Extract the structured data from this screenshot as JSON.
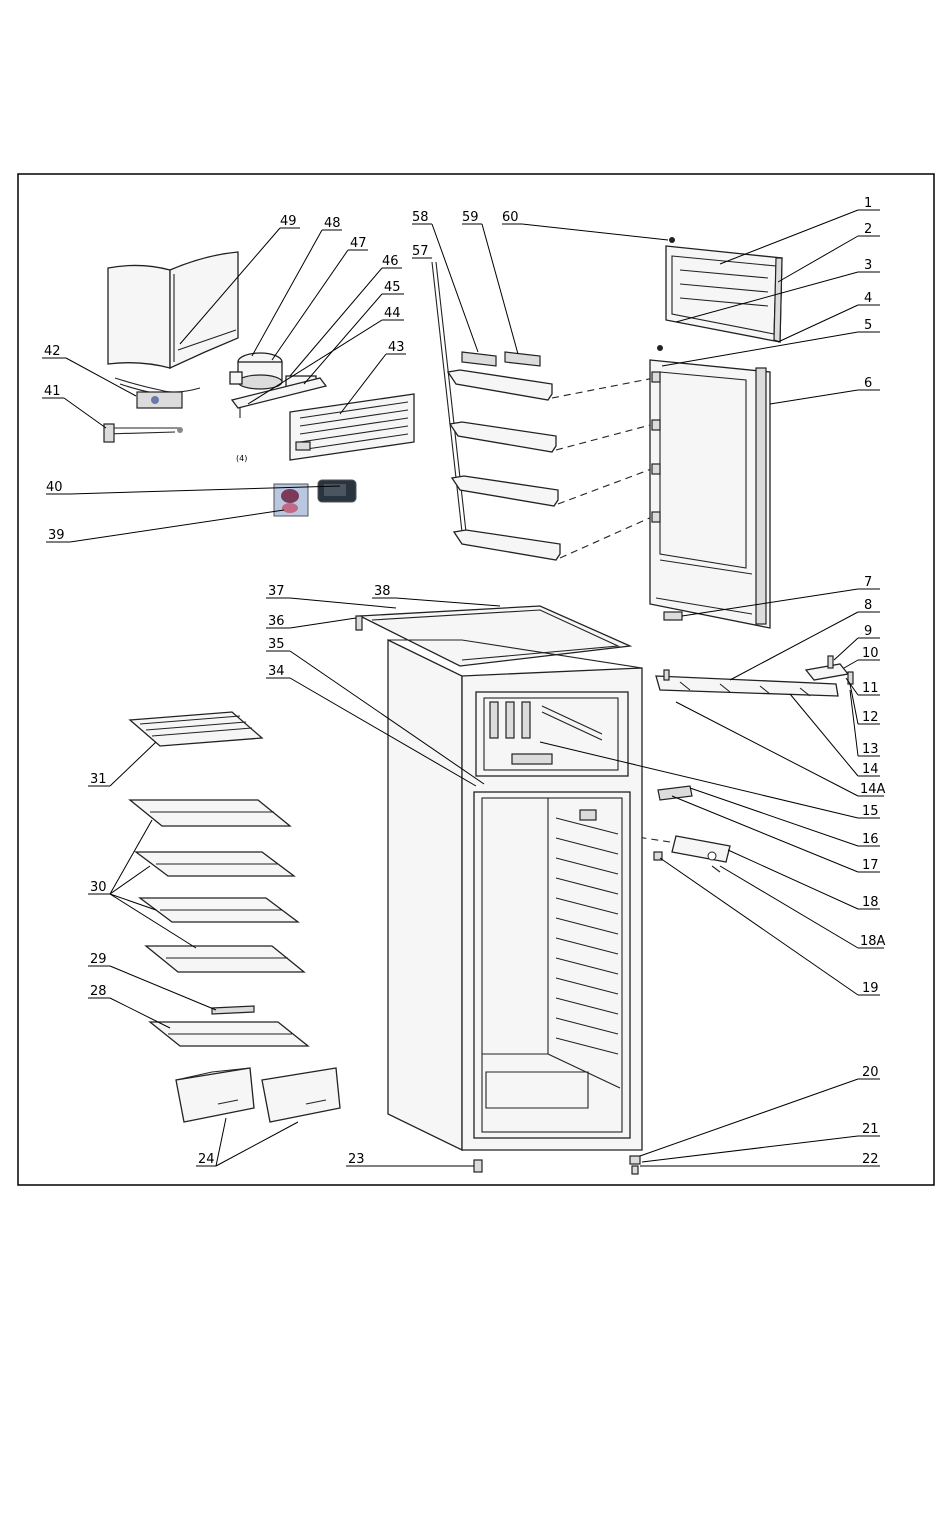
{
  "labels": {
    "l1": "1",
    "l2": "2",
    "l3": "3",
    "l4": "4",
    "l5": "5",
    "l6": "6",
    "l7": "7",
    "l8": "8",
    "l9": "9",
    "l10": "10",
    "l11": "11",
    "l12": "12",
    "l13": "13",
    "l14": "14",
    "l14A": "14A",
    "l15": "15",
    "l16": "16",
    "l17": "17",
    "l18": "18",
    "l18A": "18A",
    "l19": "19",
    "l20": "20",
    "l21": "21",
    "l22": "22",
    "l23": "23",
    "l24": "24",
    "l28": "28",
    "l29": "29",
    "l30": "30",
    "l31": "31",
    "l34": "34",
    "l35": "35",
    "l36": "36",
    "l37": "37",
    "l38": "38",
    "l39": "39",
    "l40": "40",
    "l41": "41",
    "l42": "42",
    "l43": "43",
    "l44": "44",
    "l45": "45",
    "l46": "46",
    "l47": "47",
    "l48": "48",
    "l49": "49",
    "l57": "57",
    "l58": "58",
    "l59": "59",
    "l60": "60"
  },
  "compressor_note": "(4)"
}
